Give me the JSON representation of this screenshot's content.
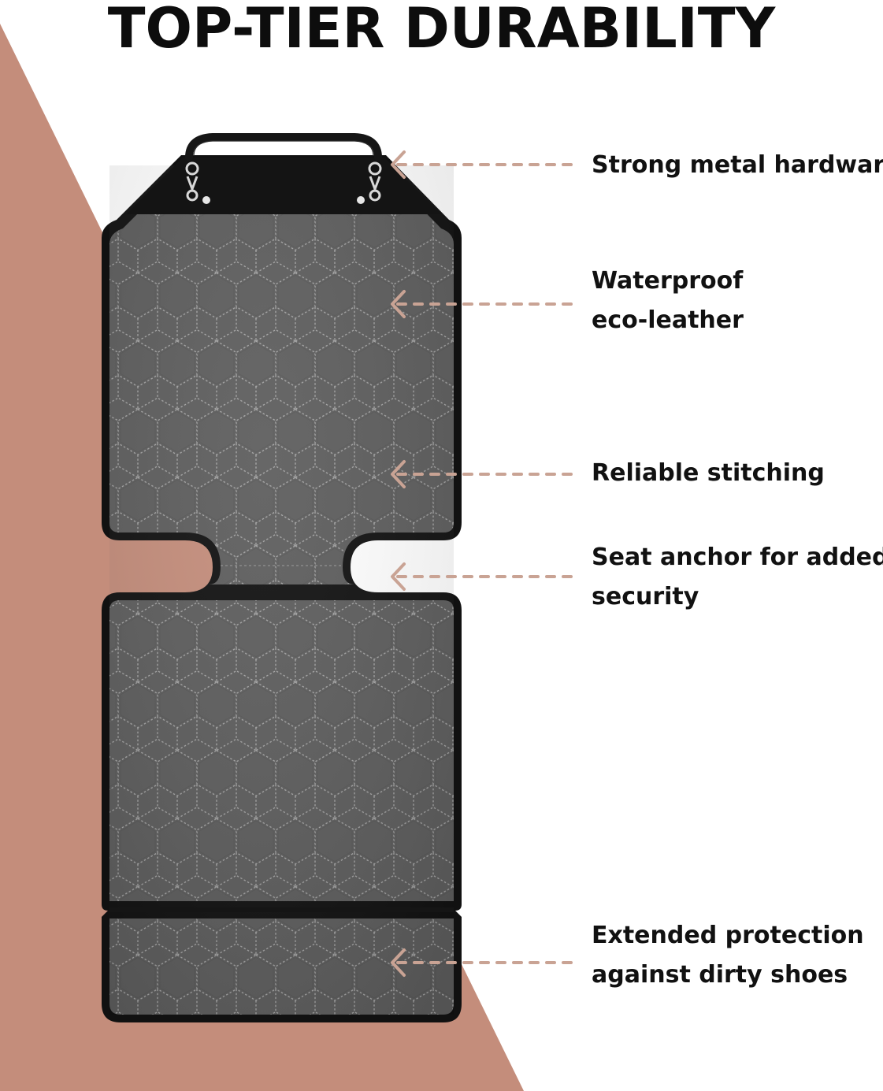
{
  "headline": "TOP-TIER DURABILITY",
  "colors": {
    "wedge": "#c48d7b",
    "arrow": "#c9a394",
    "mat": "#5b5b5b",
    "mat_edge": "#111111",
    "stitch": "#a9a9a9",
    "text": "#111111"
  },
  "callouts": [
    {
      "lines": [
        "Strong metal hardware"
      ]
    },
    {
      "lines": [
        "Waterproof",
        "eco-leather"
      ]
    },
    {
      "lines": [
        "Reliable stitching"
      ]
    },
    {
      "lines": [
        "Seat anchor for added",
        "security"
      ]
    },
    {
      "lines": [
        "Extended protection",
        "against dirty shoes"
      ]
    }
  ]
}
